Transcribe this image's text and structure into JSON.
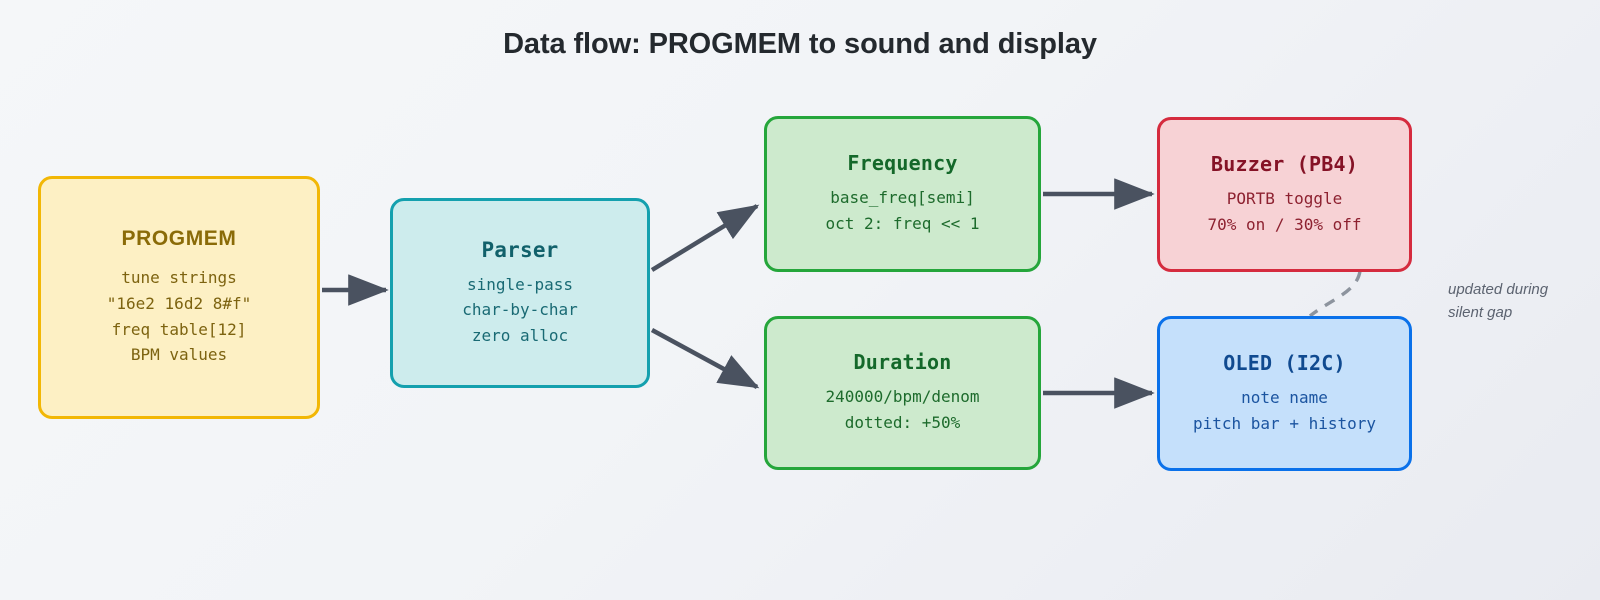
{
  "title": "Data flow: PROGMEM to sound and display",
  "nodes": {
    "progmem": {
      "title": "PROGMEM",
      "lines": [
        "tune strings",
        "\"16e2 16d2 8#f\"",
        "freq table[12]",
        "BPM values"
      ],
      "fill": "#fdf0c4",
      "border": "#f2b705"
    },
    "parser": {
      "title": "Parser",
      "lines": [
        "single-pass",
        "char-by-char",
        "zero alloc"
      ],
      "fill": "#cdeced",
      "border": "#14a0ae"
    },
    "frequency": {
      "title": "Frequency",
      "lines": [
        "base_freq[semi]",
        "oct 2: freq << 1"
      ],
      "fill": "#cdeacd",
      "border": "#25a63b"
    },
    "duration": {
      "title": "Duration",
      "lines": [
        "240000/bpm/denom",
        "dotted: +50%"
      ],
      "fill": "#cdeacd",
      "border": "#25a63b"
    },
    "buzzer": {
      "title": "Buzzer (PB4)",
      "lines": [
        "PORTB toggle",
        "70% on / 30% off"
      ],
      "fill": "#f7d2d5",
      "border": "#d52b3e"
    },
    "oled": {
      "title": "OLED (I2C)",
      "lines": [
        "note name",
        "pitch bar + history"
      ],
      "fill": "#c5e0fb",
      "border": "#0a71ea"
    }
  },
  "annotation": {
    "line1": "updated during",
    "line2": "silent gap"
  },
  "connectors": {
    "arrow_color": "#4a5260",
    "dashed_color": "#8d949e",
    "edges": [
      {
        "from": "progmem",
        "to": "parser",
        "style": "solid"
      },
      {
        "from": "parser",
        "to": "frequency",
        "style": "solid"
      },
      {
        "from": "parser",
        "to": "duration",
        "style": "solid"
      },
      {
        "from": "frequency",
        "to": "buzzer",
        "style": "solid"
      },
      {
        "from": "duration",
        "to": "oled",
        "style": "solid"
      },
      {
        "from": "buzzer",
        "to": "oled",
        "style": "dashed"
      }
    ]
  }
}
